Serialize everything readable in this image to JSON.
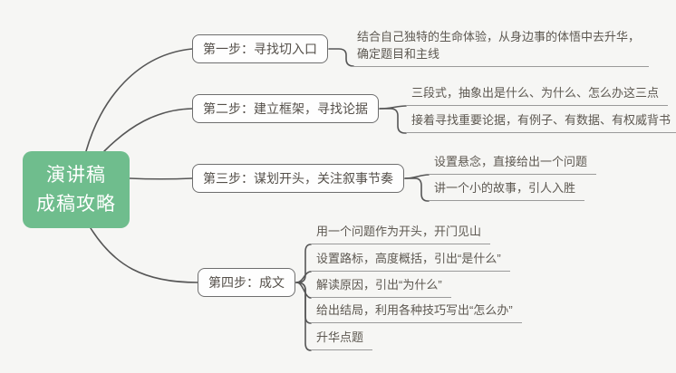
{
  "colors": {
    "background": "#f6f6f4",
    "root_bg": "#6fbd8d",
    "root_text": "#ffffff",
    "node_border": "#6e6e6e",
    "node_bg": "#fefefe",
    "node_text": "#55504a",
    "leaf_text": "#5d5851",
    "leaf_line": "#9a9a9a",
    "connector": "#565656"
  },
  "root": {
    "title_line1": "演讲稿",
    "title_line2": "成稿攻略"
  },
  "branches": [
    {
      "label": "第一步：寻找切入口",
      "leaves": [
        "结合自己独特的生命体验，从身边事的体悟中去升华，确定题目和主线"
      ]
    },
    {
      "label": "第二步：建立框架，寻找论据",
      "leaves": [
        "三段式，抽象出是什么、为什么、怎么办这三点",
        "接着寻找重要论据，有例子、有数据、有权威背书"
      ]
    },
    {
      "label": "第三步：谋划开头，关注叙事节奏",
      "leaves": [
        "设置悬念，直接给出一个问题",
        "讲一个小的故事，引人入胜"
      ]
    },
    {
      "label": "第四步：成文",
      "leaves": [
        "用一个问题作为开头，开门见山",
        "设置路标，高度概括，引出“是什么”",
        "解读原因，引出“为什么”",
        "给出结局，利用各种技巧写出“怎么办”",
        "升华点题"
      ]
    }
  ]
}
